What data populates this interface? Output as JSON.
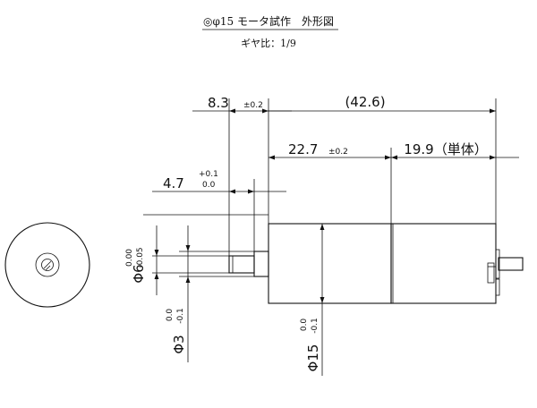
{
  "title": "◎φ15 モータ試作　外形図",
  "subtitle": "ギヤ比：1/9",
  "dimensions": {
    "d_8_3": {
      "value": "8.3",
      "tol": "±0.2"
    },
    "d_42_6": {
      "value": "(42.6)"
    },
    "d_22_7": {
      "value": "22.7",
      "tol": "±0.2"
    },
    "d_19_9": {
      "value": "19.9（単体）"
    },
    "d_4_7": {
      "value": "4.7",
      "tol_upper": "+0.1",
      "tol_lower": "0.0"
    },
    "d_phi6": {
      "value": "Φ6",
      "tol_upper": "0.00",
      "tol_lower": "-0.05"
    },
    "d_phi3": {
      "value": "Φ3",
      "tol_upper": "0.0",
      "tol_lower": "-0.1"
    },
    "d_phi15": {
      "value": "Φ15",
      "tol_upper": "0.0",
      "tol_lower": "-0.1"
    }
  },
  "colors": {
    "line": "#111111",
    "background": "#ffffff"
  }
}
